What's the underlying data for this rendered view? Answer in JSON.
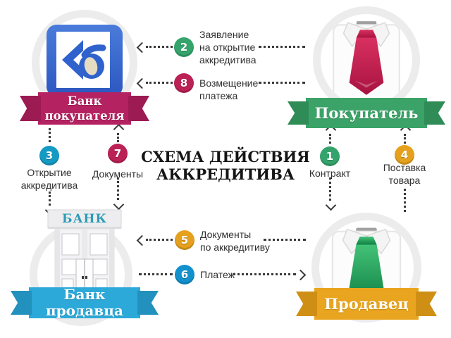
{
  "title": {
    "lines": [
      "СХЕМА ДЕЙСТВИЯ",
      "АККРЕДИТИВА"
    ]
  },
  "entities": {
    "buyer_bank": {
      "label_lines": [
        "Банк",
        "покупателя"
      ],
      "ribbon_color": "#b52261"
    },
    "buyer": {
      "label_lines": [
        "Покупатель"
      ],
      "ribbon_color": "#3ba368",
      "tie_color": "#c21f52"
    },
    "seller_bank": {
      "label_lines": [
        "Банк продавца"
      ],
      "ribbon_color": "#2ca9d9",
      "building_sign": "БАНК"
    },
    "seller": {
      "label_lines": [
        "Продавец"
      ],
      "ribbon_color": "#e9a51f",
      "tie_color": "#22a059"
    }
  },
  "steps": [
    {
      "num": "1",
      "label_lines": [
        "Контракт"
      ],
      "circle_color": "#35a46c"
    },
    {
      "num": "2",
      "label_lines": [
        "Заявление",
        "на открытие",
        "аккредитива"
      ],
      "circle_color": "#35a46c"
    },
    {
      "num": "3",
      "label_lines": [
        "Открытие",
        "аккредитива"
      ],
      "circle_color": "#159bc3"
    },
    {
      "num": "4",
      "label_lines": [
        "Поставка",
        "товара"
      ],
      "circle_color": "#e5a11d"
    },
    {
      "num": "5",
      "label_lines": [
        "Документы",
        "по аккредитиву"
      ],
      "circle_color": "#e5a11d"
    },
    {
      "num": "6",
      "label_lines": [
        "Платеж"
      ],
      "circle_color": "#1291cd"
    },
    {
      "num": "7",
      "label_lines": [
        "Документы"
      ],
      "circle_color": "#bc2156"
    },
    {
      "num": "8",
      "label_lines": [
        "Возмещение",
        "платежа"
      ],
      "circle_color": "#bc2156"
    }
  ],
  "colors": {
    "arrow_dots": "#3a3a3a",
    "avatar_ring": "#ececec",
    "label_text": "#2f2f2f",
    "bank_sign_text": "#2d9bb5"
  }
}
